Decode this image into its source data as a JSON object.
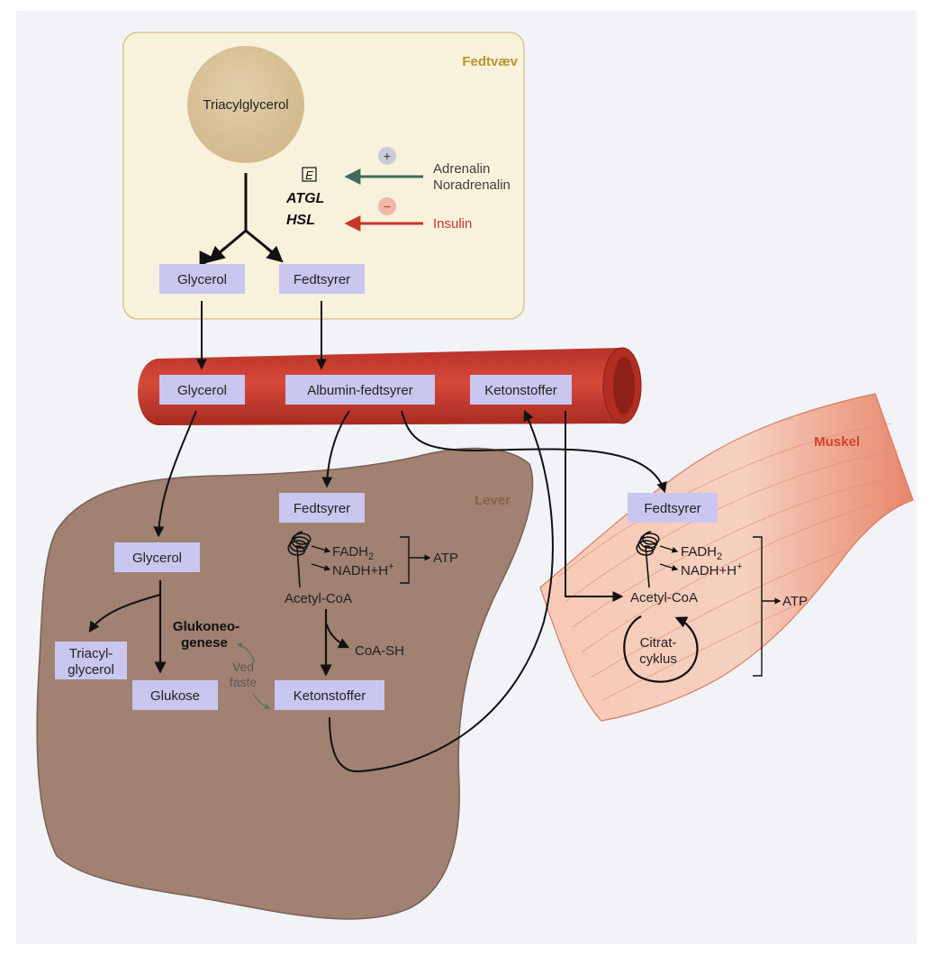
{
  "fat_tissue": {
    "title": "Fedtvæv",
    "triacylglycerol": "Triacylglycerol",
    "enzyme_symbol": "E",
    "atgl": "ATGL",
    "hsl": "HSL",
    "plus": "+",
    "minus": "−",
    "adrenalin": "Adrenalin",
    "noradrenalin": "Noradrenalin",
    "insulin": "Insulin",
    "glycerol": "Glycerol",
    "fatty_acids": "Fedtsyrer"
  },
  "blood": {
    "glycerol": "Glycerol",
    "albumin_fatty_acids": "Albumin-fedtsyrer",
    "ketone_bodies": "Ketonstoffer"
  },
  "liver": {
    "title": "Lever",
    "fatty_acids": "Fedtsyrer",
    "glycerol": "Glycerol",
    "fadh2_main": "FADH",
    "fadh2_sub": "2",
    "nadh_main": "NADH+H",
    "nadh_sup": "+",
    "atp": "ATP",
    "acetyl_coa": "Acetyl-CoA",
    "coa_sh": "CoA-SH",
    "glukoneo_1": "Glukoneo-",
    "glukoneo_2": "genese",
    "ved": "Ved",
    "faste": "faste",
    "triacyl_1": "Triacyl-",
    "triacyl_2": "glycerol",
    "glucose": "Glukose",
    "ketone_bodies": "Ketonstoffer"
  },
  "muscle": {
    "title": "Muskel",
    "fatty_acids": "Fedtsyrer",
    "fadh2_main": "FADH",
    "fadh2_sub": "2",
    "nadh_main": "NADH+H",
    "nadh_sup": "+",
    "acetyl_coa": "Acetyl-CoA",
    "atp": "ATP",
    "citrat_1": "Citrat-",
    "citrat_2": "cyklus"
  },
  "colors": {
    "fat_tissue_bg": "#f8f1dc",
    "fat_tissue_border": "#d9c58c",
    "fat_title": "#b8952f",
    "fat_droplet": "#d8c299",
    "box_fill": "#c9c7ef",
    "vessel": "#c63d2c",
    "liver": "#a08172",
    "liver_title": "#8b5e45",
    "muscle": "#f2b9a3",
    "muscle_title": "#d4412a",
    "stimulate": "#3e6b5b",
    "inhibit": "#c9342a",
    "text": "#222222"
  }
}
